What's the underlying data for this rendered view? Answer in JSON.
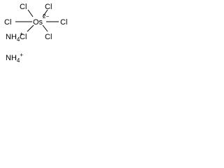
{
  "complex": {
    "center": "Os",
    "center_charge": "2−",
    "ligands": [
      "Cl",
      "Cl",
      "Cl",
      "Cl",
      "Cl",
      "Cl"
    ]
  },
  "counterions": [
    {
      "symbol": "NH",
      "subscript": "4",
      "charge": "+"
    },
    {
      "symbol": "NH",
      "subscript": "4",
      "charge": "+"
    }
  ],
  "colors": {
    "ink": "#000000",
    "background": "#ffffff"
  }
}
